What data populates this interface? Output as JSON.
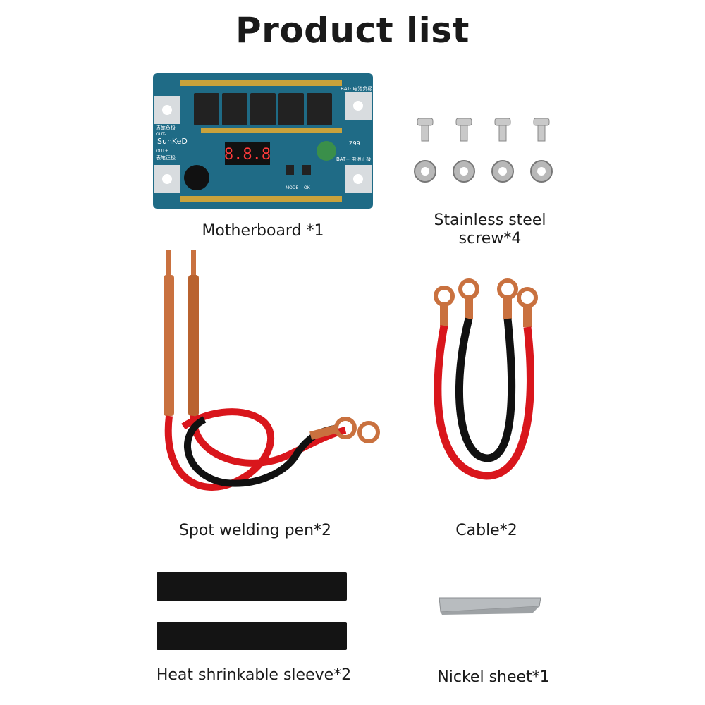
{
  "title": "Product list",
  "items": [
    {
      "caption": "Motherboard *1"
    },
    {
      "caption_line1": "Stainless steel",
      "caption_line2": "screw*4"
    },
    {
      "caption": "Spot welding pen*2"
    },
    {
      "caption": "Cable*2"
    },
    {
      "caption": "Heat shrinkable sleeve*2"
    },
    {
      "caption": "Nickel sheet*1"
    }
  ],
  "board": {
    "brand": "SunKeD",
    "display": "8.8.8",
    "model": "Z99",
    "label_bat_neg": "BAT- 电池负极",
    "label_out_neg": "表笔负极",
    "label_out_neg_sub": "OUT-",
    "label_out_pos_sub": "OUT+",
    "label_out_pos": "表笔正极",
    "label_bat_pos": "BAT+ 电池正极",
    "label_mode": "MODE",
    "label_ok": "OK"
  },
  "colors": {
    "board": "#1f6b86",
    "copper": "#c9713f",
    "red_cable": "#d9161c",
    "black_cable": "#111111"
  }
}
